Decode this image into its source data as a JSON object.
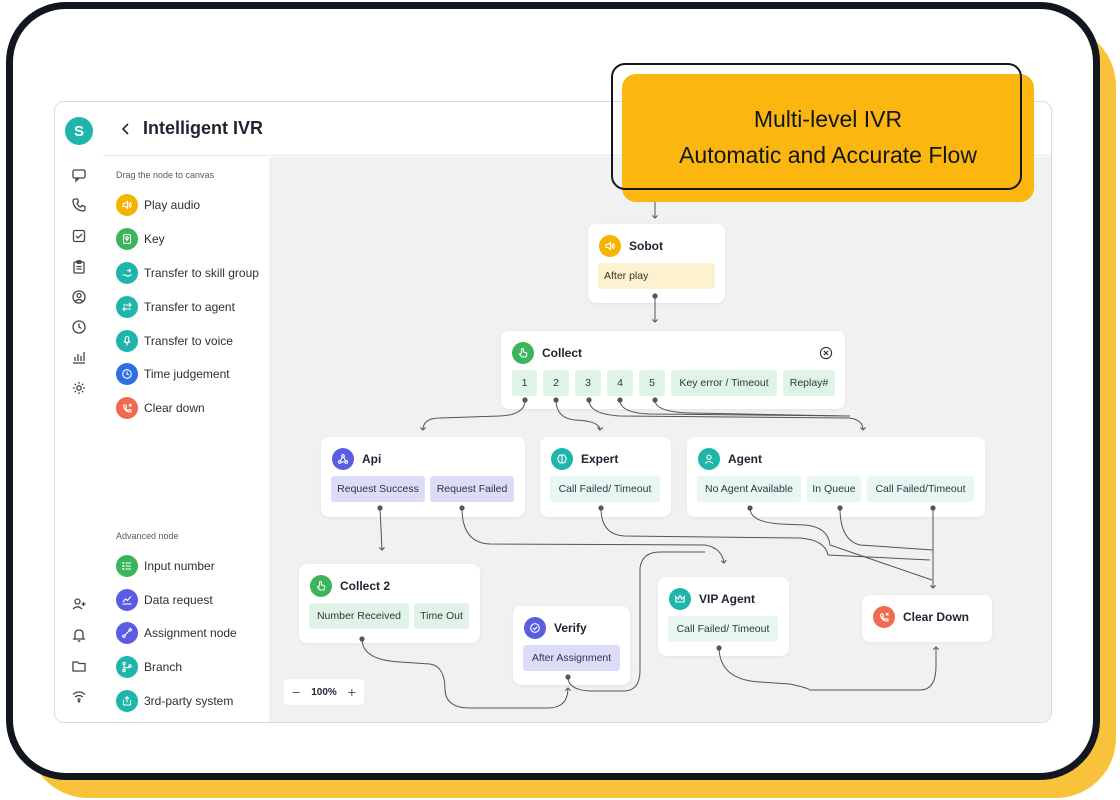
{
  "app": {
    "avatar_letter": "S",
    "title": "Intelligent IVR"
  },
  "rail_icons": [
    "chat-icon",
    "phone-icon",
    "checkbox-icon",
    "clipboard-icon",
    "user-circle-icon",
    "clock-icon",
    "bar-chart-icon",
    "gear-icon",
    "add-user-icon",
    "bell-icon",
    "folder-icon",
    "wifi-icon"
  ],
  "palette": {
    "basic_label": "Drag the node to canvas",
    "basic_items": [
      {
        "label": "Play audio",
        "icon": "speaker-icon",
        "color": "#f5b400"
      },
      {
        "label": "Key",
        "icon": "key-icon",
        "color": "#3bb45c"
      },
      {
        "label": "Transfer to skill group",
        "icon": "hand-transfer-icon",
        "color": "#1eb5aa"
      },
      {
        "label": "Transfer to agent",
        "icon": "arrows-icon",
        "color": "#1eb5aa"
      },
      {
        "label": "Transfer to voice",
        "icon": "microphone-icon",
        "color": "#1eb5aa"
      },
      {
        "label": "Time judgement",
        "icon": "clock-icon",
        "color": "#2f6fe4"
      },
      {
        "label": "Clear down",
        "icon": "hangup-icon",
        "color": "#ef6a4f"
      }
    ],
    "advanced_label": "Advanced node",
    "advanced_items": [
      {
        "label": "Input number",
        "icon": "list-icon",
        "color": "#3bb45c"
      },
      {
        "label": "Data request",
        "icon": "line-chart-icon",
        "color": "#5b5de0"
      },
      {
        "label": "Assignment node",
        "icon": "link-icon",
        "color": "#5b5de0"
      },
      {
        "label": "Branch",
        "icon": "branch-icon",
        "color": "#1eb5aa"
      },
      {
        "label": "3rd-party system",
        "icon": "external-icon",
        "color": "#1eb5aa"
      }
    ]
  },
  "nodes": {
    "sobot": {
      "title": "Sobot",
      "chips": [
        "After play"
      ],
      "icon_color": "#f5b400"
    },
    "collect": {
      "title": "Collect",
      "chips": [
        "1",
        "2",
        "3",
        "4",
        "5",
        "Key error / Timeout",
        "Replay#"
      ],
      "icon_color": "#3bb45c"
    },
    "api": {
      "title": "Api",
      "chips": [
        "Request Success",
        "Request Failed"
      ],
      "icon_color": "#5b5de0"
    },
    "expert": {
      "title": "Expert",
      "chips": [
        "Call Failed/ Timeout"
      ],
      "icon_color": "#1eb5aa"
    },
    "agent": {
      "title": "Agent",
      "chips": [
        "No Agent Available",
        "In Queue",
        "Call Failed/Timeout"
      ],
      "icon_color": "#1eb5aa"
    },
    "collect2": {
      "title": "Collect 2",
      "chips": [
        "Number Received",
        "Time Out"
      ],
      "icon_color": "#3bb45c"
    },
    "verify": {
      "title": "Verify",
      "chips": [
        "After Assignment"
      ],
      "icon_color": "#5b5de0"
    },
    "vip_agent": {
      "title": "VIP Agent",
      "chips": [
        "Call Failed/ Timeout"
      ],
      "icon_color": "#1eb5aa"
    },
    "clear_down": {
      "title": "Clear Down",
      "chips": [],
      "icon_color": "#ef6a4f"
    }
  },
  "zoom": {
    "value": "100%",
    "minus": "−",
    "plus": "+"
  },
  "banner": {
    "line1": "Multi-level IVR",
    "line2": "Automatic and Accurate Flow",
    "color": "#fbb60f"
  }
}
